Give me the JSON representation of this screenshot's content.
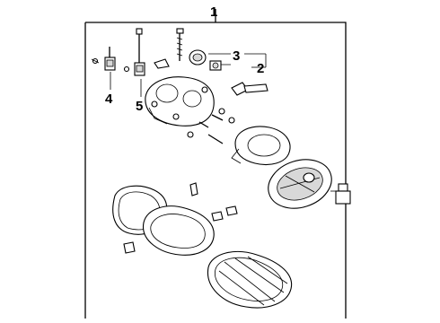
{
  "diagram": {
    "callouts": [
      {
        "id": "1",
        "label": "1"
      },
      {
        "id": "2",
        "label": "2"
      },
      {
        "id": "3",
        "label": "3"
      },
      {
        "id": "4",
        "label": "4"
      },
      {
        "id": "5",
        "label": "5"
      }
    ],
    "parts": [
      "headlamp-assembly",
      "bulb-socket",
      "bulb",
      "adjuster-screw",
      "adjuster-screw-long",
      "headlamp-housing",
      "reflector-bezel",
      "lens-reflector",
      "outer-trim-ring",
      "inner-bezel",
      "outer-lens"
    ]
  }
}
